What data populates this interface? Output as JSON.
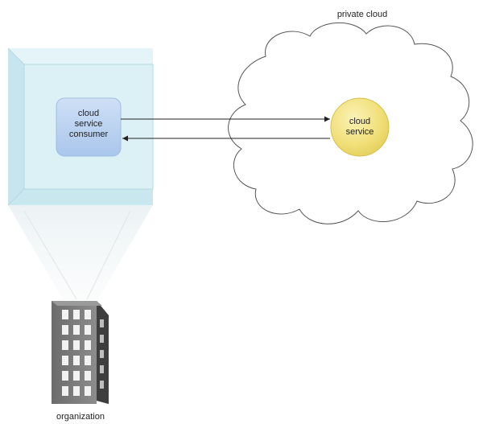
{
  "diagram": {
    "private_cloud_label": "private cloud",
    "consumer_label_lines": [
      "cloud",
      "service",
      "consumer"
    ],
    "service_label_lines": [
      "cloud",
      "service"
    ],
    "organization_label": "organization"
  },
  "colors": {
    "consumer_fill": "#b9d3f1",
    "consumer_stroke": "#9fbde3",
    "service_fill": "#f1e07a",
    "service_stroke": "#d8c24e",
    "box_face": "#d3eef5",
    "building_dark": "#5f5f5f",
    "building_light": "#8a8a8a",
    "arrow": "#222222",
    "cloud_stroke": "#555555"
  },
  "icons": {
    "organization": "building-icon",
    "private_cloud": "cloud-shape-icon"
  }
}
